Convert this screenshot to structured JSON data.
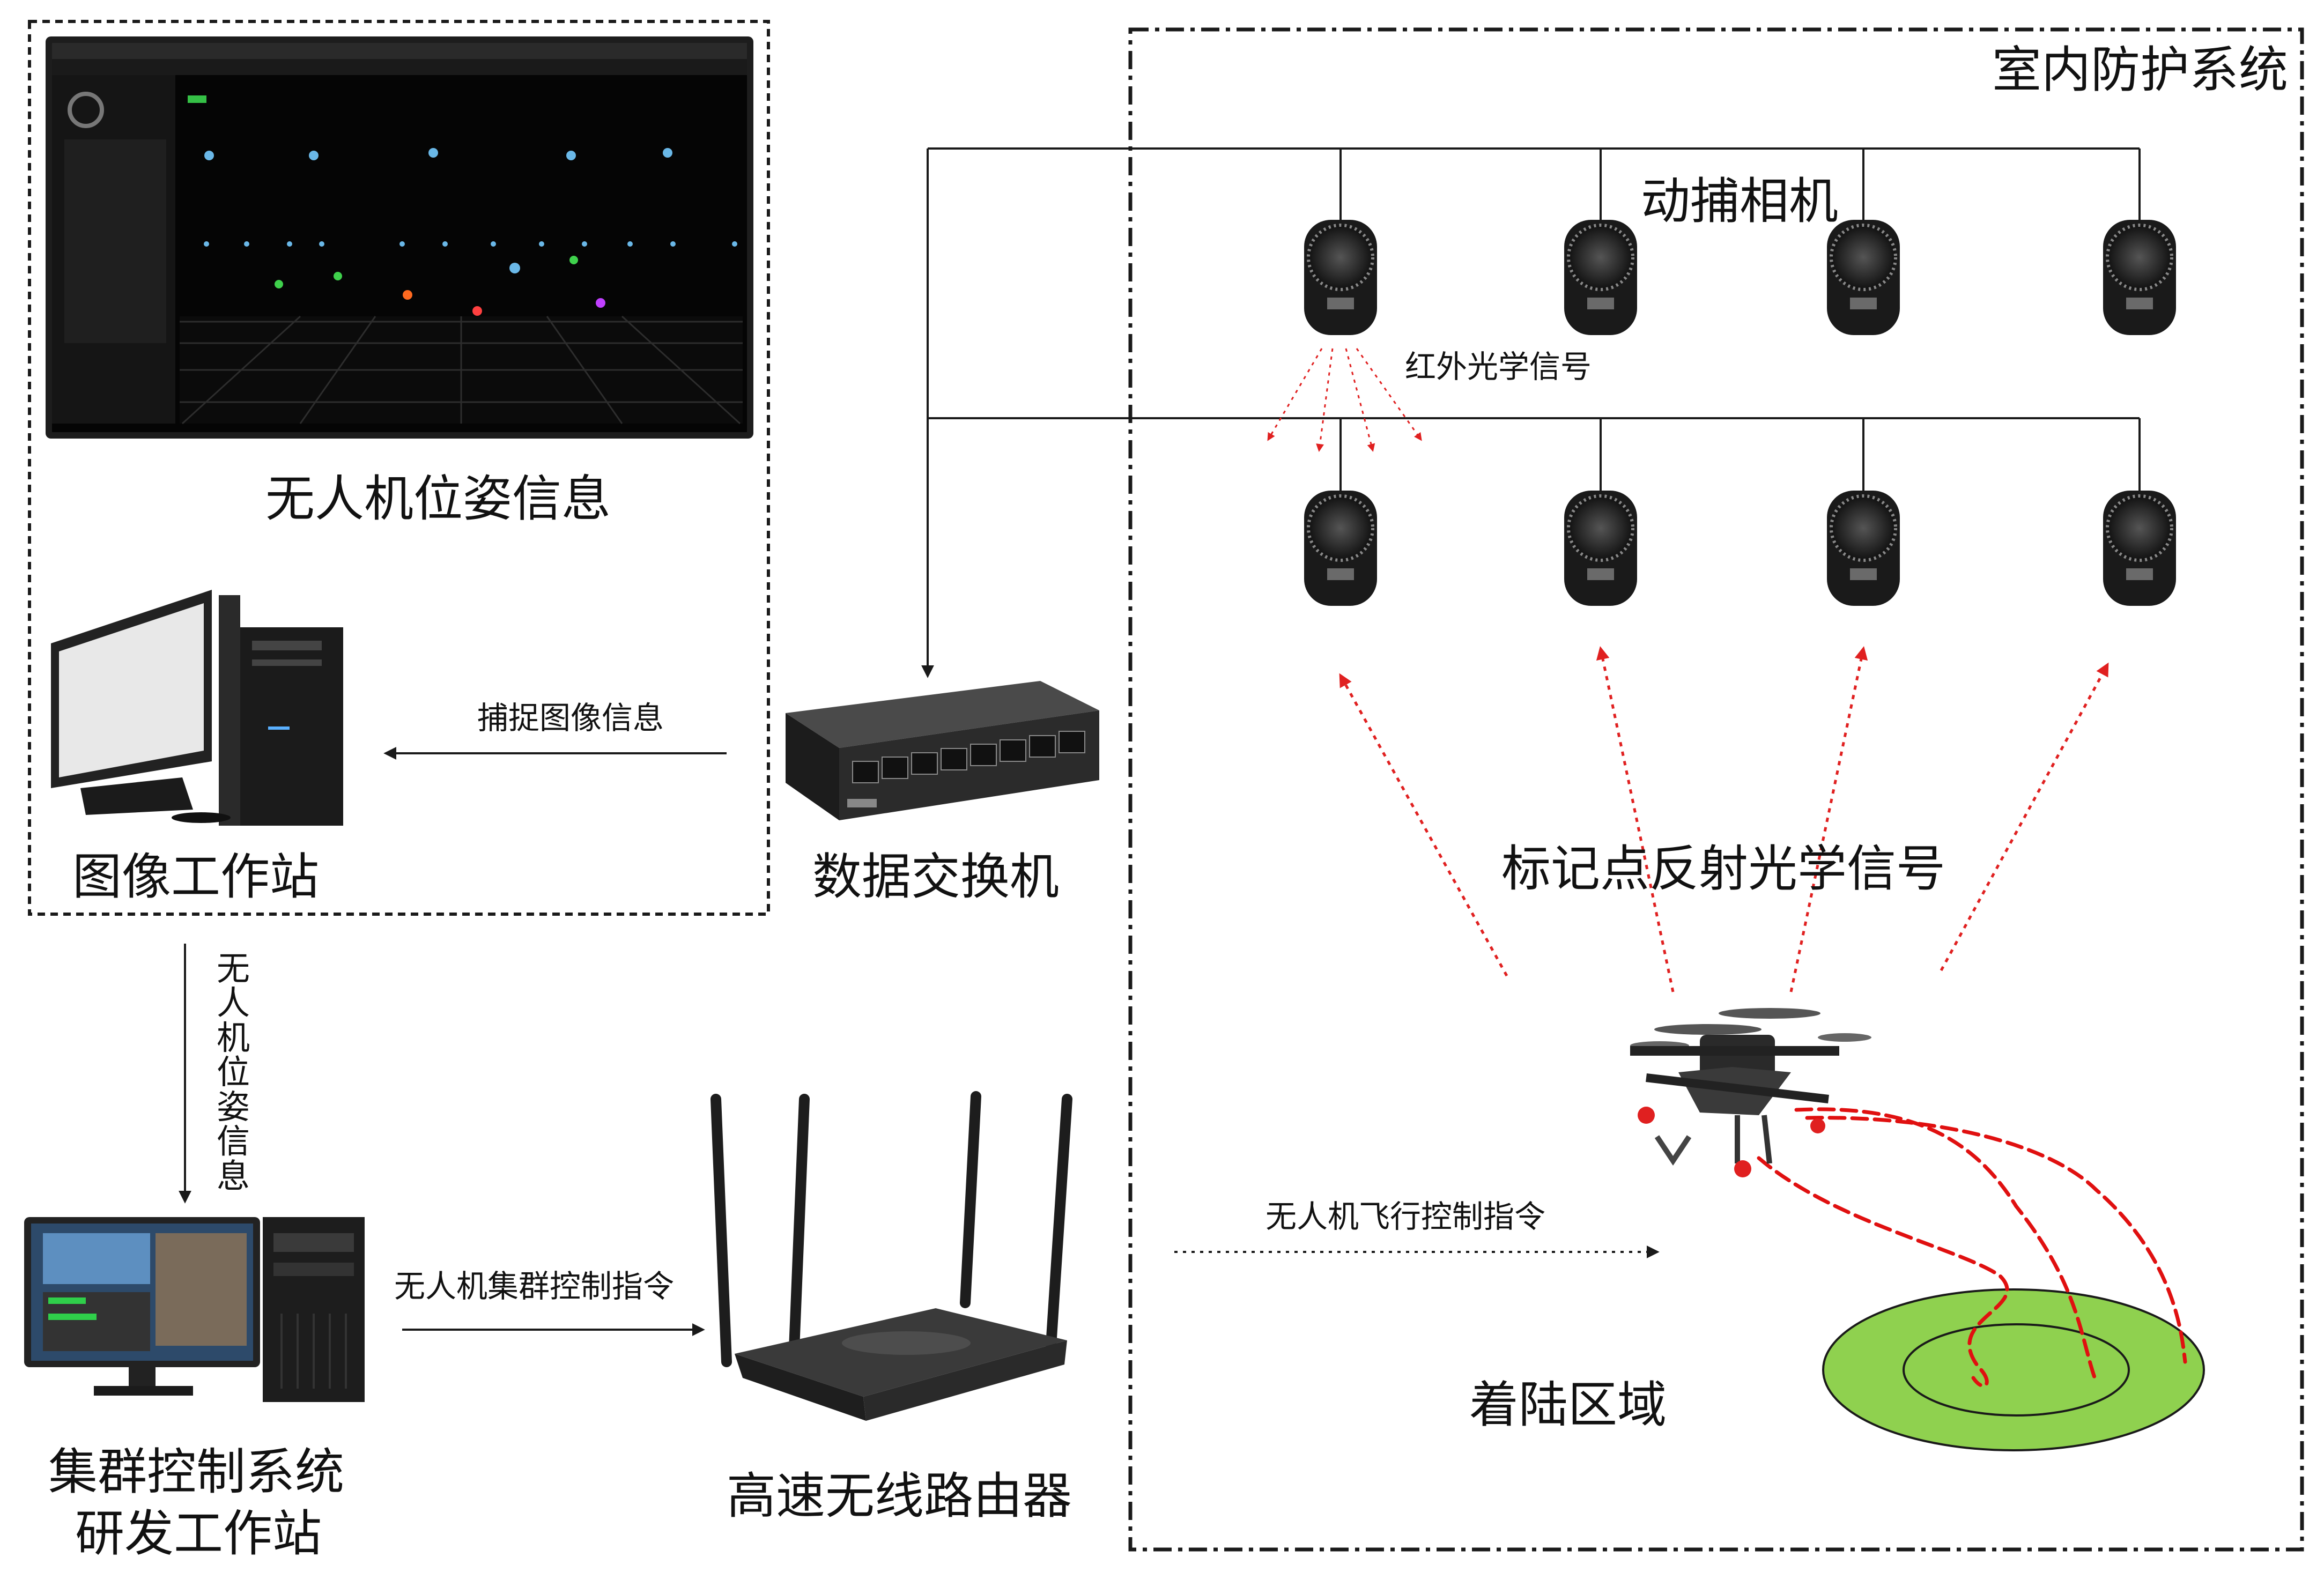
{
  "labels": {
    "system_title": "室内防护系统",
    "mocap_camera": "动捕相机",
    "ir_signal": "红外光学信号",
    "pose_info": "无人机位姿信息",
    "capture_image": "捕捉图像信息",
    "workstation": "图像工作站",
    "switch": "数据交换机",
    "marker_signal": "标记点反射光学信号",
    "pose_info_vertical": "无人机位姿信息",
    "flight_cmd": "无人机飞行控制指令",
    "cluster_cmd": "无人机集群控制指令",
    "cluster_station_line1": "集群控制系统",
    "cluster_station_line2": "研发工作站",
    "router": "高速无线路由器",
    "landing_zone": "着陆区域"
  },
  "colors": {
    "line": "#1a1a1a",
    "arrow_red": "#e02020",
    "path_red": "#e01010",
    "landing_green": "#8fd14f",
    "screen_bg": "#050505"
  },
  "icons": {
    "camera": "mocap-camera-icon",
    "computer": "desktop-computer-icon",
    "switch": "network-switch-icon",
    "router": "wifi-router-icon",
    "drone": "quadcopter-drone-icon"
  }
}
